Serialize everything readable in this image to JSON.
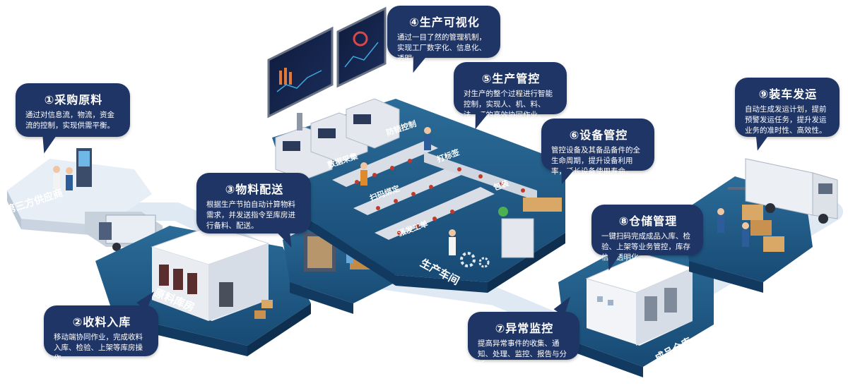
{
  "bubbles": {
    "b1": {
      "title": "①采购原料",
      "desc": "通过对信息流，物流，资金流的控制，实现供需平衡。"
    },
    "b2": {
      "title": "②收料入库",
      "desc": "移动端协同作业，完成收料入库、检验、上架等库房操作。"
    },
    "b3": {
      "title": "③物料配送",
      "desc": "根据生产节拍自动计算物料需求，并发送指令至库房进行备料、配送。"
    },
    "b4": {
      "title": "④生产可视化",
      "desc": "通过一目了然的管理机制，实现工厂数字化、信息化、透明化。"
    },
    "b5": {
      "title": "⑤生产管控",
      "desc": "对生产的整个过程进行智能控制，实现人、机、料、法、环的高效协同作业。"
    },
    "b6": {
      "title": "⑥设备管控",
      "desc": "管控设备及其备品备件的全生命周期，提升设备利用率，延长设备使用寿命。"
    },
    "b7": {
      "title": "⑦异常监控",
      "desc": "提高异常事件的收集、通知、处理、监控、报告与分析。"
    },
    "b8": {
      "title": "⑧仓储管理",
      "desc": "一键扫码完成成品入库、检验、上架等业务管控，库存信息透明化。"
    },
    "b9": {
      "title": "⑨装车发运",
      "desc": "自动生成发运计划，提前预警发运任务，提升发运业务的准时性、高效性。"
    }
  },
  "zones": {
    "supplier": "第三方供应商",
    "raw_warehouse": "原料库房",
    "workshop": "生产车间",
    "finished_warehouse": "成品仓库"
  },
  "station_labels": {
    "collect": "数据采集",
    "anti_error": "防错控制",
    "call": "打标签",
    "bind": "扫码绑定",
    "dispatch": "派发工单",
    "pack": "包装"
  },
  "colors": {
    "bubble_bg": "#1f3566",
    "platform_top": "#1d5a86",
    "platform_side": "#143d63",
    "label_text": "#ffffff"
  }
}
